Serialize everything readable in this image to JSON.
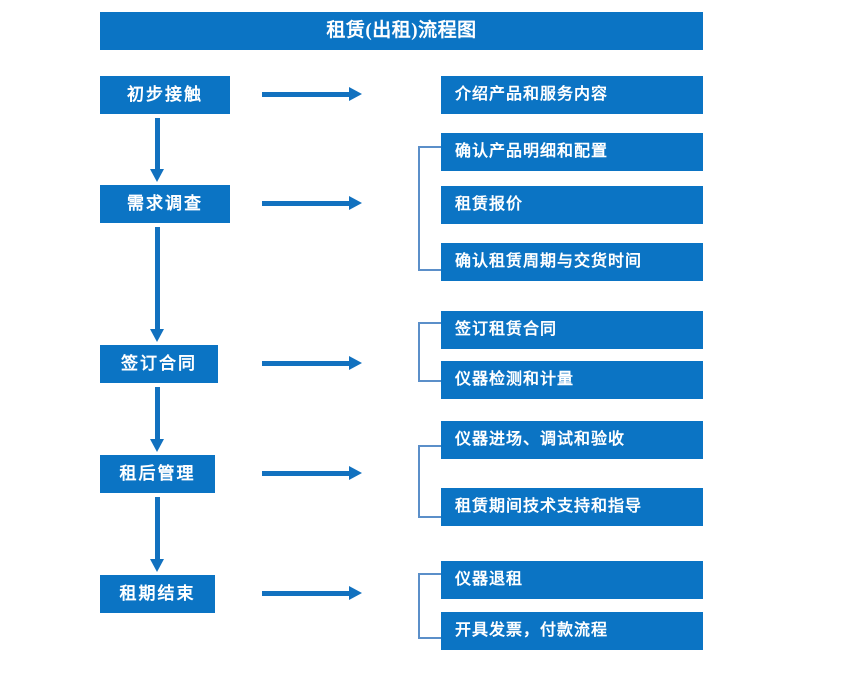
{
  "chart_data": {
    "type": "diagram",
    "title": "租赁(出租)流程图",
    "subtype": "flowchart",
    "orientation": "vertical-with-side-branches",
    "accent_color": "#0B74C4",
    "bracket_color": "#5B8FC9",
    "arrow_color": "#1271BF",
    "stages": [
      {
        "label": "初步接触",
        "details": [
          "介绍产品和服务内容"
        ],
        "bracketed": false
      },
      {
        "label": "需求调查",
        "details": [
          "确认产品明细和配置",
          "租赁报价",
          "确认租赁周期与交货时间"
        ],
        "bracketed": true
      },
      {
        "label": "签订合同",
        "details": [
          "签订租赁合同",
          "仪器检测和计量"
        ],
        "bracketed": true
      },
      {
        "label": "租后管理",
        "details": [
          "仪器进场、调试和验收",
          "租赁期间技术支持和指导"
        ],
        "bracketed": true
      },
      {
        "label": "租期结束",
        "details": [
          "仪器退租",
          "开具发票，付款流程"
        ],
        "bracketed": true
      }
    ]
  },
  "header": {
    "title": "租赁(出租)流程图"
  },
  "stages": [
    {
      "label": "初步接触"
    },
    {
      "label": "需求调查"
    },
    {
      "label": "签订合同"
    },
    {
      "label": "租后管理"
    },
    {
      "label": "租期结束"
    }
  ],
  "details": {
    "g1": [
      {
        "label": "介绍产品和服务内容"
      }
    ],
    "g2": [
      {
        "label": "确认产品明细和配置"
      },
      {
        "label": "租赁报价"
      },
      {
        "label": "确认租赁周期与交货时间"
      }
    ],
    "g3": [
      {
        "label": "签订租赁合同"
      },
      {
        "label": "仪器检测和计量"
      }
    ],
    "g4": [
      {
        "label": "仪器进场、调试和验收"
      },
      {
        "label": "租赁期间技术支持和指导"
      }
    ],
    "g5": [
      {
        "label": "仪器退租"
      },
      {
        "label": "开具发票，付款流程"
      }
    ]
  }
}
